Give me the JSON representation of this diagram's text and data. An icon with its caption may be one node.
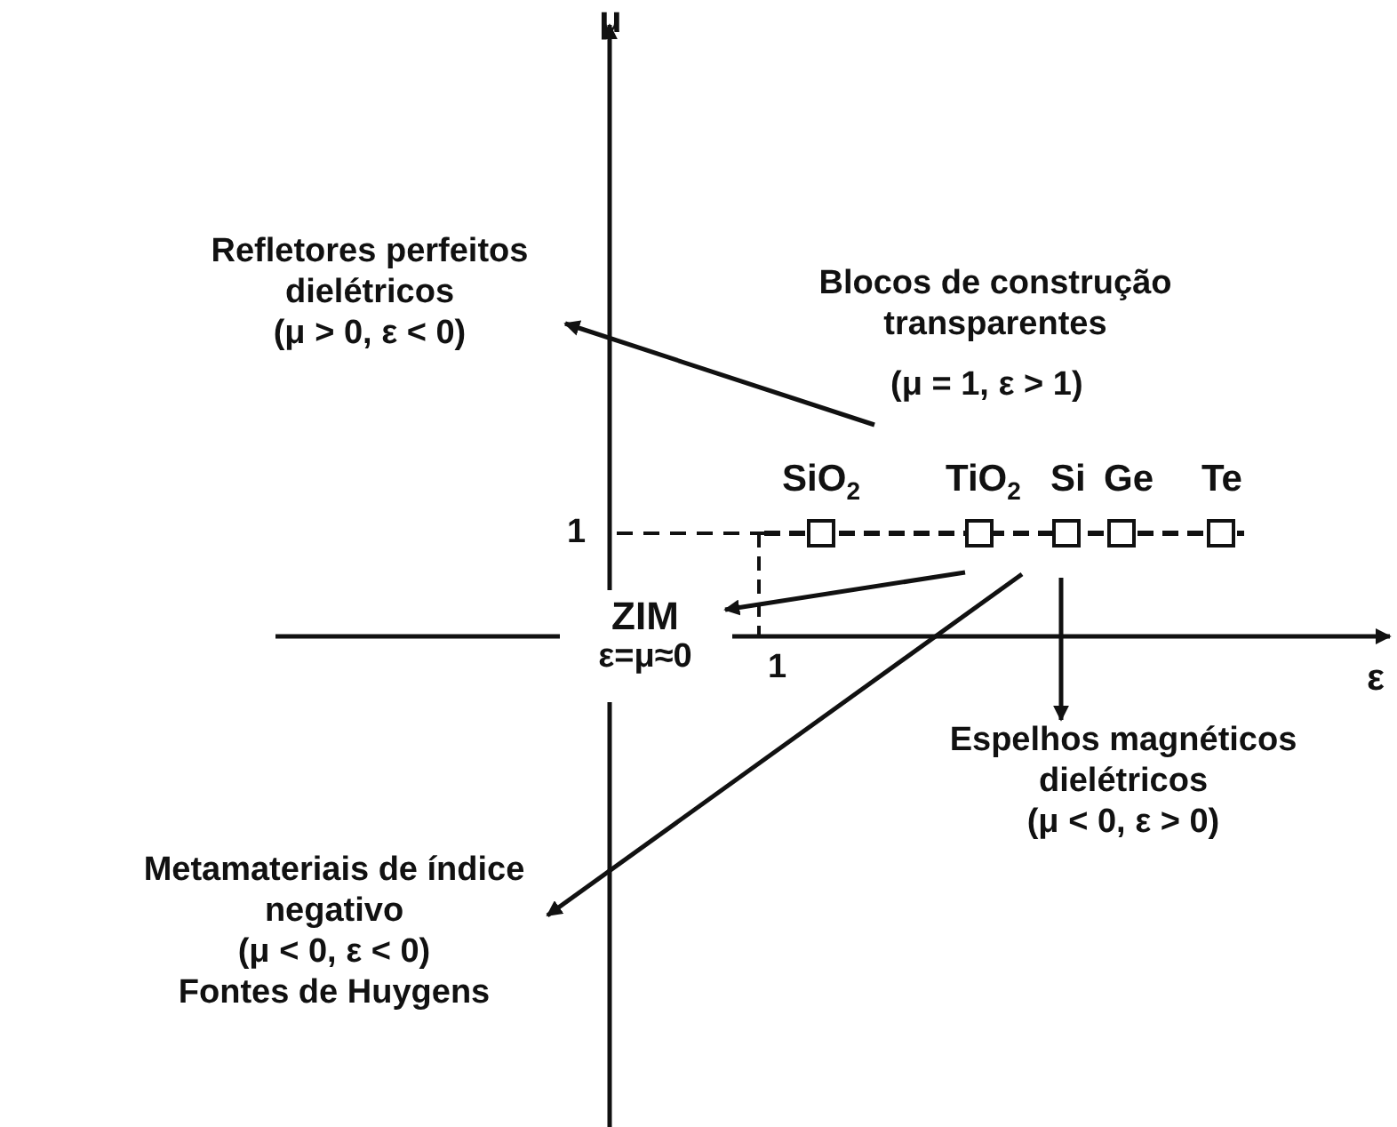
{
  "diagram": {
    "nodes": [
      {
        "text": [
          "Refletores perfeitos dielétricos",
          "(μ > 0, ε < 0)"
        ]
      },
      {
        "text": [
          "ZIM",
          "ε=μ≈0"
        ]
      },
      {
        "text": [
          "Metamateriais de índice negativo",
          "(μ < 0, ε < 0)",
          "Fontes de Huygens"
        ]
      },
      {
        "text": [
          "Espelhos magnéticos dielétricos",
          "(μ < 0, ε > 0)"
        ]
      }
    ],
    "edges": [
      {
        "from": null,
        "to": 0,
        "arrow": "to"
      },
      {
        "from": null,
        "to": 1,
        "arrow": "to"
      },
      {
        "from": null,
        "to": 2,
        "arrow": "to"
      },
      {
        "from": null,
        "to": 3,
        "arrow": "to"
      }
    ],
    "labels": [
      "μ",
      "Blocos de construção transparentes",
      "(μ = 1, ε > 1)",
      "SiO$_{2}$",
      "TiO$_{2}$",
      "Si",
      "Ge",
      "Te",
      "1",
      "1",
      "ε"
    ]
  }
}
